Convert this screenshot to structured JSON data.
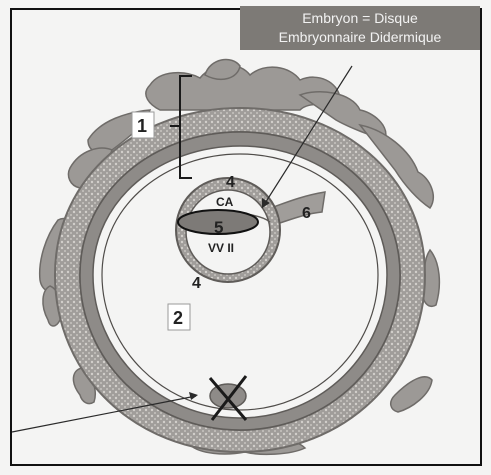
{
  "caption": {
    "line1": "Embryon = Disque",
    "line2": "Embryonnaire Didermique"
  },
  "labels": {
    "l1": "1",
    "l2": "2",
    "l4a": "4",
    "l4b": "4",
    "l5": "5",
    "l6": "6",
    "ca": "CA",
    "vvii": "VV II"
  },
  "colors": {
    "tissue": "#9c9996",
    "tissue_dark": "#7f7c79",
    "dots": "#c9c6c2",
    "background": "#f4f4f3"
  }
}
